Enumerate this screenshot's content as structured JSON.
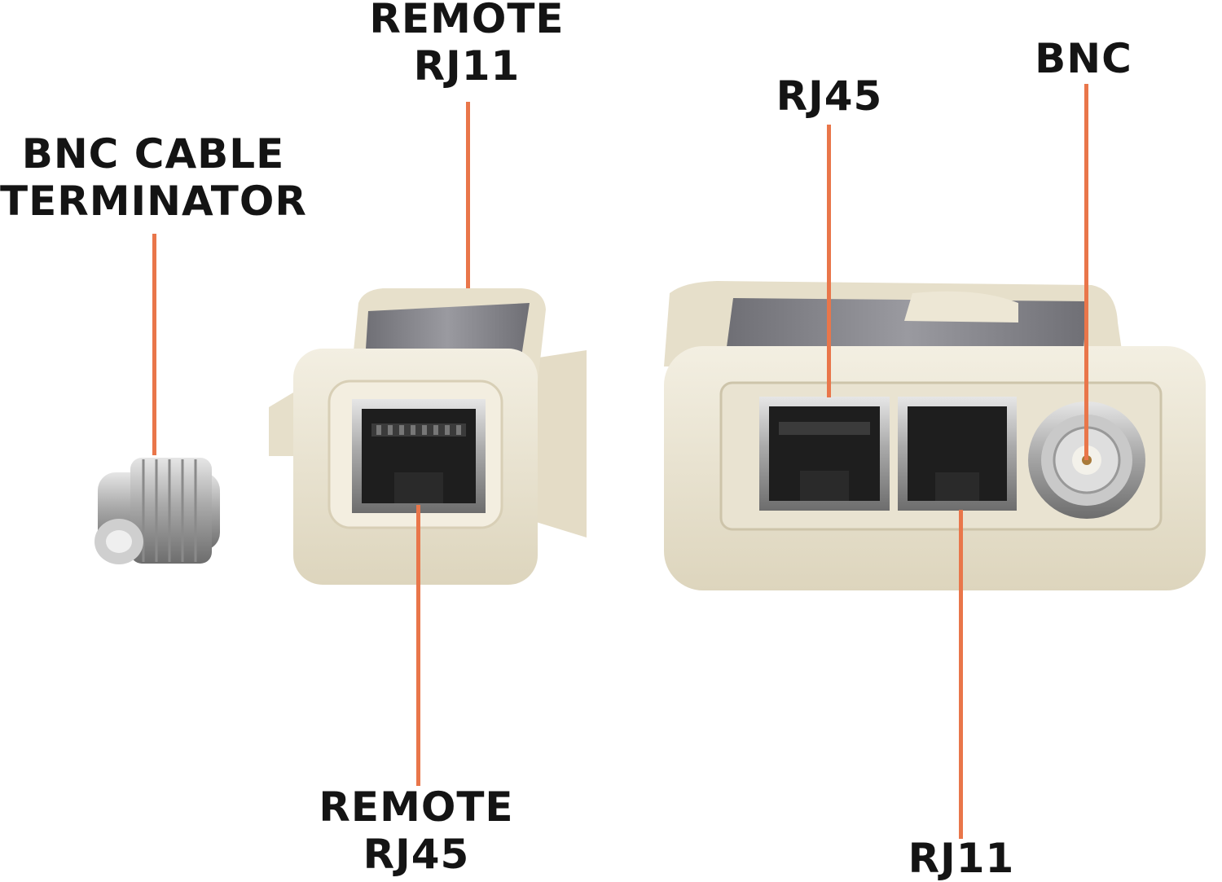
{
  "labels": {
    "bnc_cable_terminator": {
      "line1": "BNC CABLE",
      "line2": "TERMINATOR"
    },
    "remote_rj11": {
      "line1": "REMOTE",
      "line2": "RJ11"
    },
    "remote_rj45": {
      "line1": "REMOTE",
      "line2": "RJ45"
    },
    "rj45": "RJ45",
    "bnc": "BNC",
    "rj11": "RJ11"
  },
  "colors": {
    "leader_line": "#e9764a",
    "housing": "#ece6d3",
    "housing_shade": "#d9d1b9",
    "panel": "#8a8a8f",
    "metal": "#b9b9b9",
    "label_text": "#141414"
  }
}
